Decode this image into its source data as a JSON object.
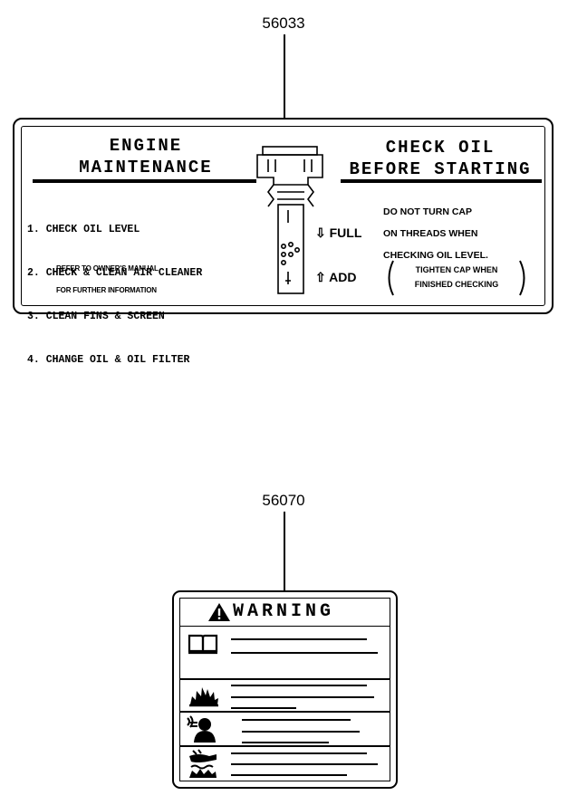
{
  "part1": {
    "number": "56033",
    "left_heading": [
      "ENGINE",
      "MAINTENANCE"
    ],
    "steps": [
      "1. CHECK OIL LEVEL",
      "2. CHECK & CLEAN AIR CLEANER",
      "3. CLEAN FINS & SCREEN",
      "4. CHANGE OIL & OIL FILTER"
    ],
    "refer": [
      "REFER TO OWNER'S MANUAL",
      "FOR FURTHER INFORMATION"
    ],
    "dipstick_marks": {
      "full": "FULL",
      "add": "ADD"
    },
    "right_heading": [
      "CHECK OIL",
      "BEFORE STARTING"
    ],
    "notice": [
      "DO NOT TURN CAP",
      "ON THREADS WHEN",
      "CHECKING OIL LEVEL."
    ],
    "paren_note": [
      "TIGHTEN CAP WHEN",
      "FINISHED CHECKING"
    ]
  },
  "part2": {
    "number": "56070",
    "title": "WARNING",
    "icons": [
      "manual-book-icon",
      "fire-hazard-icon",
      "inhalation-hazard-icon",
      "hot-surface-hand-icon"
    ]
  }
}
